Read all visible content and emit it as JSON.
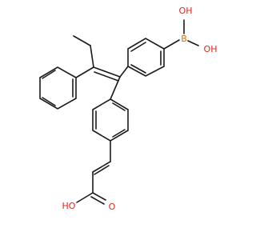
{
  "molecule": {
    "atoms": {
      "boron": {
        "label": "B",
        "color": "#d4700f"
      },
      "boronic_oh_top": {
        "label": "OH",
        "color": "#e0231c"
      },
      "boronic_oh_right": {
        "label": "OH",
        "color": "#e0231c"
      },
      "acid_hydroxyl": {
        "label": "HO",
        "color": "#e0231c"
      },
      "acid_carbonyl": {
        "label": "O",
        "color": "#e0231c"
      }
    },
    "bond_color": "#1a1a1a"
  }
}
